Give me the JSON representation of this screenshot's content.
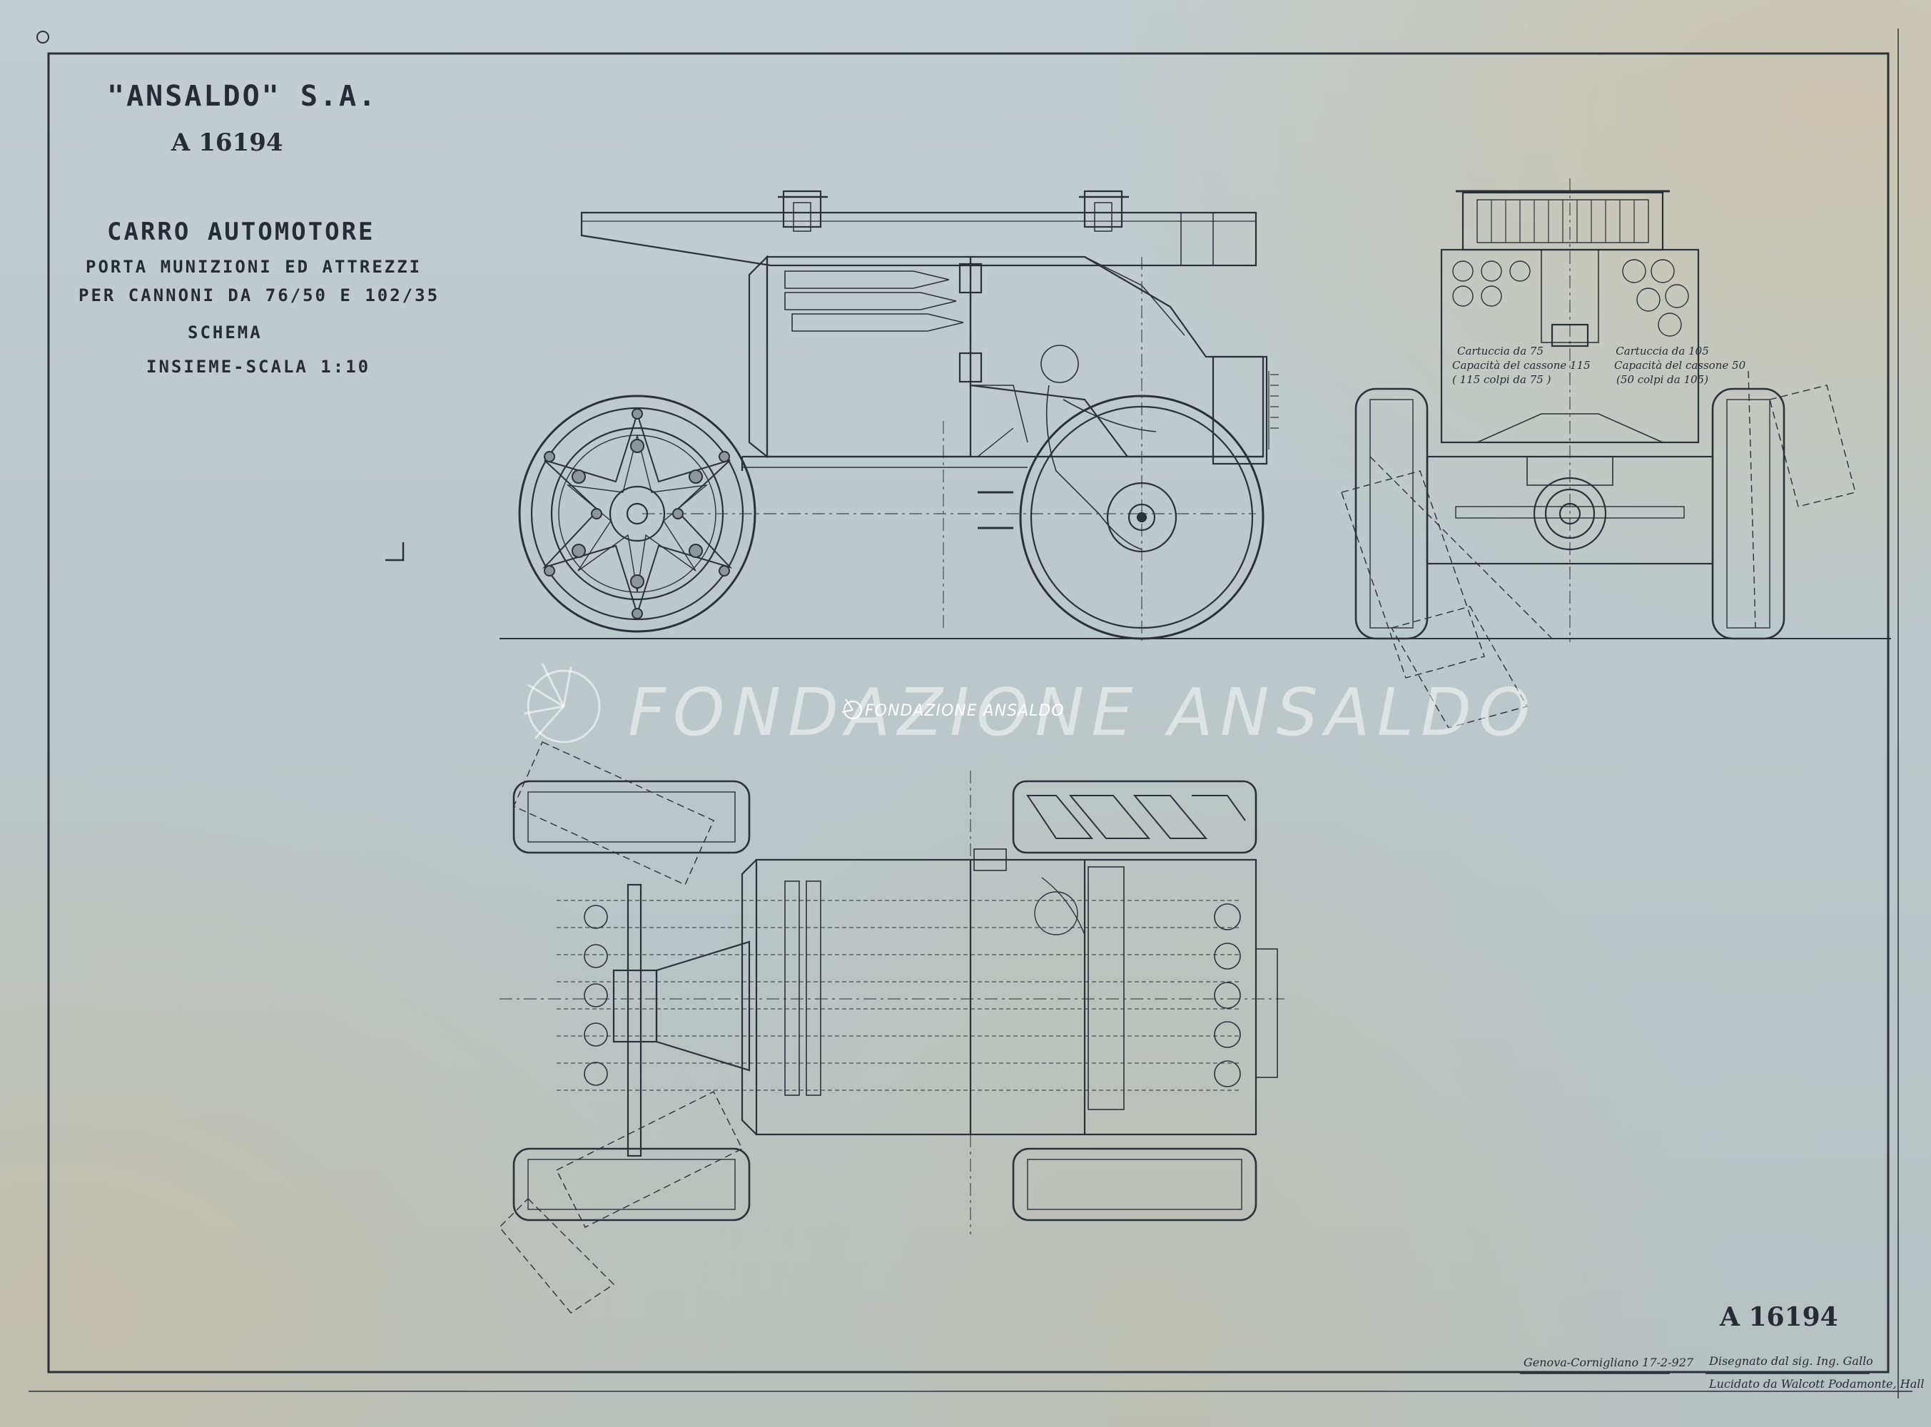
{
  "title_block": {
    "company": "\"ANSALDO\" S.A.",
    "drawing_number": "A 16194",
    "title": "CARRO AUTOMOTORE",
    "subtitle_1": "PORTA MUNIZIONI ED ATTREZZI",
    "subtitle_2": "PER CANNONI DA 76/50 E 102/35",
    "subtitle_3": "SCHEMA",
    "subtitle_4": "INSIEME-SCALA 1:10"
  },
  "annotations": {
    "left_compartment": [
      "Cartuccia da 75",
      "Capacità del cassone 115",
      "( 115 colpi da 75 )"
    ],
    "right_compartment": [
      "Cartuccia da 105",
      "Capacità del cassone 50",
      "(50 colpi da 105)"
    ]
  },
  "watermark": {
    "large": "FONDAZIONE ANSALDO",
    "small": "FONDAZIONE ANSALDO"
  },
  "footer": {
    "drawing_number": "A 16194",
    "place_date": "Genova-Cornigliano 17-2-927",
    "drawn_by": "Disegnato dal sig. Ing. Gallo",
    "traced_by": "Lucidato da Walcott Podamonte, Hall"
  },
  "colors": {
    "paper": "#c0cacc",
    "ink": "#262c33",
    "stain": "#d2be96"
  }
}
